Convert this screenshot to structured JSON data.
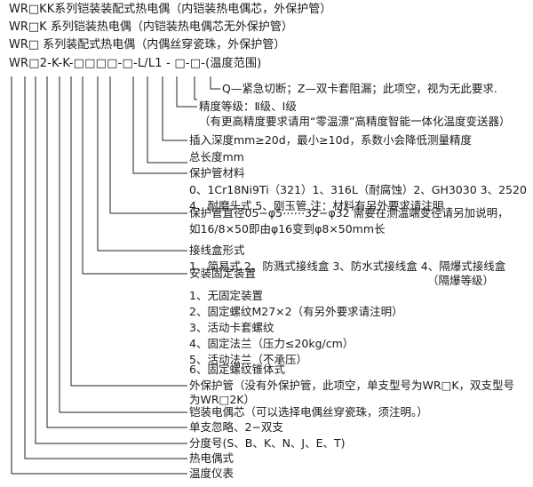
{
  "headers": [
    "WR□KK系列铠装装配式热电偶（内铠装热电偶芯，外保护管）",
    "WR□K 系列铠装热电偶（内铠装热电偶芯无外保护管）",
    "WR□ 系列装配式热电偶（内偶丝穿瓷珠，外保护管）"
  ],
  "model_code": "WR□2-K-K-□□□□-□-L/L1 - □-□-(温度范围)",
  "descriptions": [
    "Q—紧急切断；Z—双卡套阻漏；此项空，视为无此要求.",
    "精度等级：Ⅱ级、Ⅰ级",
    "（有更高精度要求请用“零温漂”高精度智能一体化温度变送器）",
    "插入深度mm≥20d，最小≥10d，系数小会降低测量精度",
    "总长度mm",
    "保护管材料",
    "0、1Cr18Ni9Ti（321）1、316L（耐腐蚀）2、GH3030  3、2520",
    "4、耐磨头式  5、刚玉管   注：材料有另外要求请注明",
    "保护管直径05−φ5⋯⋯32−φ32  需要在测温端变径请另加说明，",
    "如16/8×50即由φ16变到φ8×50mm长",
    "接线盒形式",
    "1、简易式 2、防溅式接线盒 3、防水式接线盒  4、隔爆式接线盒",
    "安装固定装置",
    "（隔爆等级）",
    "1、无固定装置",
    "2、固定螺纹M27×2（有另外要求请注明）",
    "3、活动卡套螺纹",
    "4、固定法兰（压力≤20kg/cm）",
    "5、活动法兰（不承压）",
    "6、固定螺纹锥体式",
    "外保护管（没有外保护管，此项空，单支型号为WR□K，双支型号",
    "为WR□2K）",
    "铠装电偶芯（可以选择电偶丝穿瓷珠，须注明。）",
    "单支忽略、2−双支",
    "分度号(S、B、K、N、J、E、T)",
    "热电偶式",
    "温度仪表"
  ]
}
